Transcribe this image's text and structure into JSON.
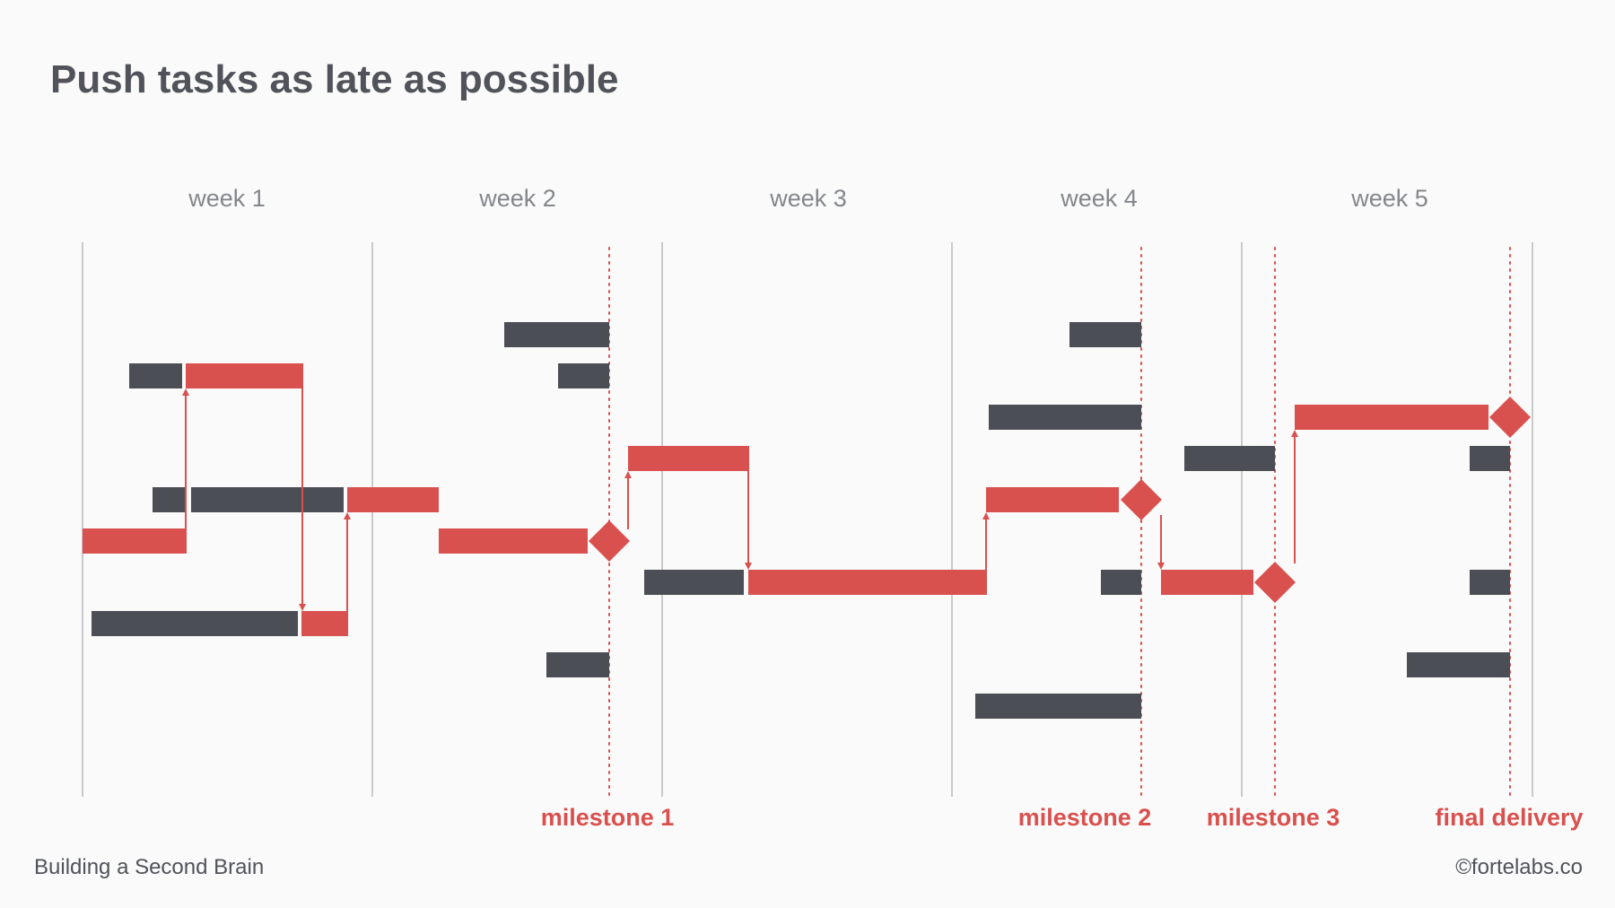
{
  "title": "Push tasks as late as possible",
  "weeks": [
    "week 1",
    "week 2",
    "week 3",
    "week 4",
    "week 5"
  ],
  "milestones": [
    "milestone 1",
    "milestone 2",
    "milestone 3",
    "final delivery"
  ],
  "footer": {
    "left": "Building a Second Brain",
    "right": "©fortelabs.co"
  },
  "colors": {
    "critical_task": "#d9514e",
    "other_task": "#4b4e55",
    "milestone": "#d9514e",
    "week_divider": "#b9babd",
    "milestone_line": "#d9514e",
    "text": "#505359",
    "week_text": "#83868b"
  }
}
